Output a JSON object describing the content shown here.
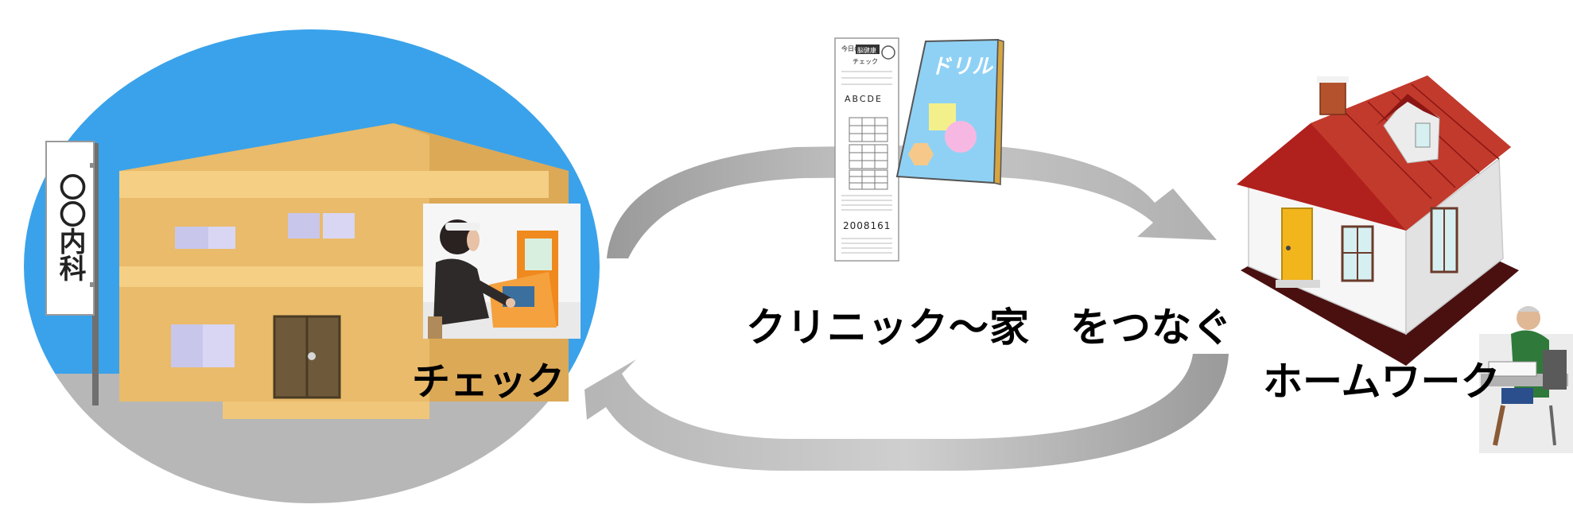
{
  "clinic": {
    "sign_text": "〇〇内科",
    "check_label": "チェック"
  },
  "center": {
    "connect_label": "クリニック〜家　をつなぐ"
  },
  "home": {
    "homework_label": "ホームワーク"
  },
  "drill": {
    "title": "ドリル"
  },
  "receipt": {
    "header_line1": "今日の",
    "header_brand": "脳健康",
    "header_line2": "チェック",
    "rank_options": "ABCDE",
    "code_number": "2008161"
  },
  "colors": {
    "sky": "#3aa2ea",
    "ground": "#b7b7b7",
    "building": "#e9bb6a",
    "arrow": "#b3b3b3",
    "roof": "#b0201c",
    "door": "#f2b51c",
    "kiosk": "#f08a1e"
  }
}
